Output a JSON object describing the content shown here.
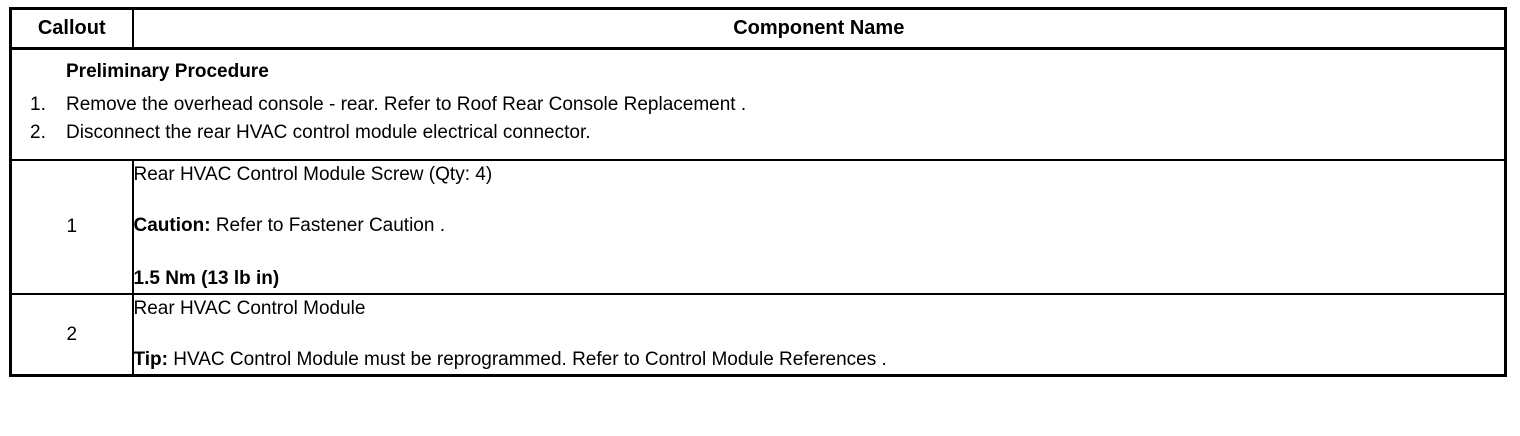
{
  "table": {
    "headers": {
      "callout": "Callout",
      "component_name": "Component Name"
    },
    "preliminary": {
      "title": "Preliminary Procedure",
      "steps": [
        {
          "num": "1.",
          "text": "Remove the overhead console - rear. Refer to Roof Rear Console Replacement ."
        },
        {
          "num": "2.",
          "text": "Disconnect the rear HVAC control module electrical connector."
        }
      ]
    },
    "rows": [
      {
        "callout": "1",
        "name": "Rear HVAC Control Module Screw (Qty: 4)",
        "note_label": "Caution:",
        "note_text": "Refer to Fastener Caution .",
        "torque": "1.5 Nm (13 lb in)"
      },
      {
        "callout": "2",
        "name": "Rear HVAC Control Module",
        "note_label": "Tip:",
        "note_text": "HVAC Control Module must be reprogrammed. Refer to Control Module References ."
      }
    ]
  },
  "colors": {
    "border": "#000000",
    "text": "#000000",
    "background": "#ffffff"
  }
}
